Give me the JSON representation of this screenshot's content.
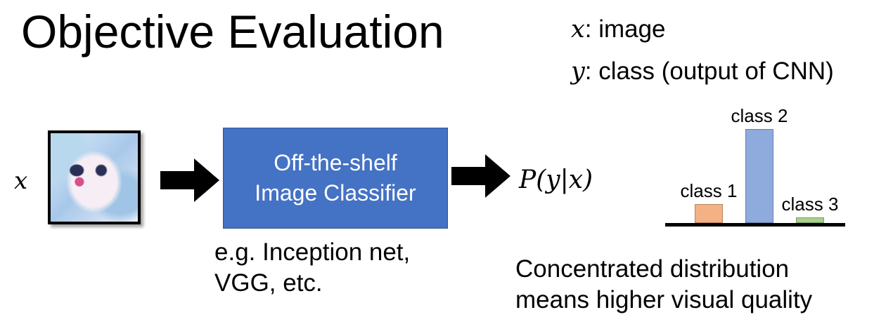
{
  "title": "Objective Evaluation",
  "legend": {
    "x_symbol": "x",
    "x_text": ": image",
    "y_symbol": "y",
    "y_text": ": class (output of CNN)"
  },
  "input_label": "x",
  "classifier": {
    "line1": "Off-the-shelf",
    "line2": "Image Classifier",
    "color": "#4472c4"
  },
  "classifier_note": {
    "line1": "e.g. Inception net,",
    "line2": "VGG, etc."
  },
  "output_label": "P(y|x)",
  "distribution": {
    "classes": [
      {
        "label": "class 1",
        "value": 0.16,
        "color": "#f4b183"
      },
      {
        "label": "class 2",
        "value": 0.8,
        "color": "#8faadc"
      },
      {
        "label": "class 3",
        "value": 0.05,
        "color": "#a9d18e"
      }
    ]
  },
  "conclusion": {
    "line1": "Concentrated distribution",
    "line2": "means higher visual quality"
  }
}
